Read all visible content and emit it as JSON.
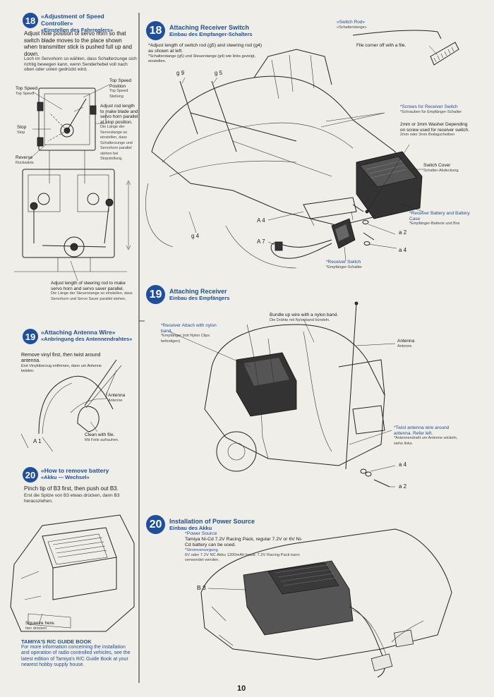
{
  "page_number": "10",
  "left": {
    "s18": {
      "num": "18",
      "title_en": "Adjustment of Speed Controller",
      "title_de": "Einstellen des Fahrreglers",
      "body_en": "Adjust hole position of servo horn so that switch blade moves to the place shown when transmitter stick is pushed full up and down.",
      "body_de": "Loch im Servohorn so wählen, dass Schalterzunge sich richtig bewegen kann, wenn Senderhebel voll nach oben oder unten gedrückt wird.",
      "labels": {
        "top_speed_pos_en": "Top Speed Position",
        "top_speed_pos_de": "Top Speed Stellung",
        "top_speed_en": "Top Speed",
        "top_speed_de": "Top Speed",
        "stop_en": "Stop",
        "stop_de": "Stop",
        "reverse_en": "Reverse",
        "reverse_de": "Rückwärts",
        "adjust_rod_en": "Adjust rod length to make blade and servo horn parallel at stop position.",
        "adjust_rod_de": "Die Länge der Servostange so einstellen, dass Schalterzunge und Servohorn parallel stehen bei Stopstellung.",
        "adjust_steer_en": "Adjust length of steering rod to make servo horn and servo saver parallel.",
        "adjust_steer_de": "Die Länge der Steuerstange so einstellen, dass Servohorn und Servo Saver parallel stehen."
      }
    },
    "s19": {
      "num": "19",
      "title_en": "Attaching Antenna Wire",
      "title_de": "Anbringung des Antennendrahtes",
      "remove_en": "Remove vinyl first, then twist around antenna.",
      "remove_de": "Erst Vinylüberzug entfernen, dann um Antenne twisten.",
      "antenna_en": "Antenna",
      "antenna_de": "Antenne",
      "clean_en": "Clean with file.",
      "clean_de": "Mit Feile aufrauhen.",
      "part": "A 1"
    },
    "s20": {
      "num": "20",
      "title_en": "How to remove battery",
      "title_de": "Akku — Wechsel",
      "body_en": "Pinch tip of B3 first, then push out B3.",
      "body_de": "Erst die Spitze von B3 etwas drücken, dann B3 herausziehen.",
      "squeeze_en": "Squeeze here.",
      "squeeze_de": "hier drücken"
    },
    "guide": {
      "title": "TAMIYA'S R/C GUIDE BOOK",
      "body": "For more information concerning the installation and operation of radio controlled vehicles, see the latest edition of Tamiya's R/C Guide Book at your nearest hobby supply house."
    }
  },
  "right": {
    "s18": {
      "num": "18",
      "title_en": "Attaching Receiver Switch",
      "title_de": "Einbau des Empfanger-Schalters",
      "note_en": "Adjust length of switch rod (g5) and steering rod (g4) as shown at left.",
      "note_de": "Schalterstange (g5) und Steuerstange (g4) wie links gezeigt, einstellen.",
      "switch_rod_en": "Switch Rod",
      "switch_rod_de": "Schalterstange",
      "file_corner": "File corner off with a file.",
      "screws_en": "Screws for Receiver Switch",
      "screws_de": "Schrauben für Empfänger-Schalter",
      "washer_en": "2mm or 3mm Washer Depending on screw used for receiver switch.",
      "washer_de": "2mm oder 3mm Beilagscheiben",
      "cover_en": "Switch Cover",
      "cover_de": "Schalter-Abdeckung",
      "battery_en": "Receiver Battery and Battery Case",
      "battery_de": "Empfänger-Batterie und Box",
      "recv_switch_en": "Receiver Switch",
      "recv_switch_de": "Empfänger-Schalter",
      "g9": "g 9",
      "g5": "g 5",
      "g4": "g 4",
      "a4": "A 4",
      "a7": "A 7",
      "pa2": "a 2",
      "pa4": "a 4"
    },
    "s19": {
      "num": "19",
      "title_en": "Attaching Receiver",
      "title_de": "Einbau des Empfängers",
      "bundle_en": "Bundle up wire with a nylon band.",
      "bundle_de": "Die Drähte mit Nylonband bündeln.",
      "receiver_en": "Receiver Attach with nylon band.",
      "receiver_de": "Empfänger (mit Nylon Clips befestigen)",
      "antenna_en": "Antenna",
      "antenna_de": "Antenne",
      "twist_en": "Twist antenna wire around antenna. Refer left.",
      "twist_de": "Antennendraht um Antenne wickeln, siehe links.",
      "pa4": "a 4",
      "pa2": "a 2"
    },
    "s20": {
      "num": "20",
      "title_en": "Installation of Power Source",
      "title_de": "Einbau des Akku",
      "power_en": "Power Source",
      "power_body_en": "Tamiya Ni-Cd 7.2V Racing Pack, regular 7.2V or 6V Ni-Cd battery can be used.",
      "power_de_head": "Stromversorgung",
      "power_de": "6V oder 7.2V NC Akku 1200mAh bezw. 7.2V Racing Pack kann verwendet werden.",
      "b3": "B 3"
    }
  }
}
